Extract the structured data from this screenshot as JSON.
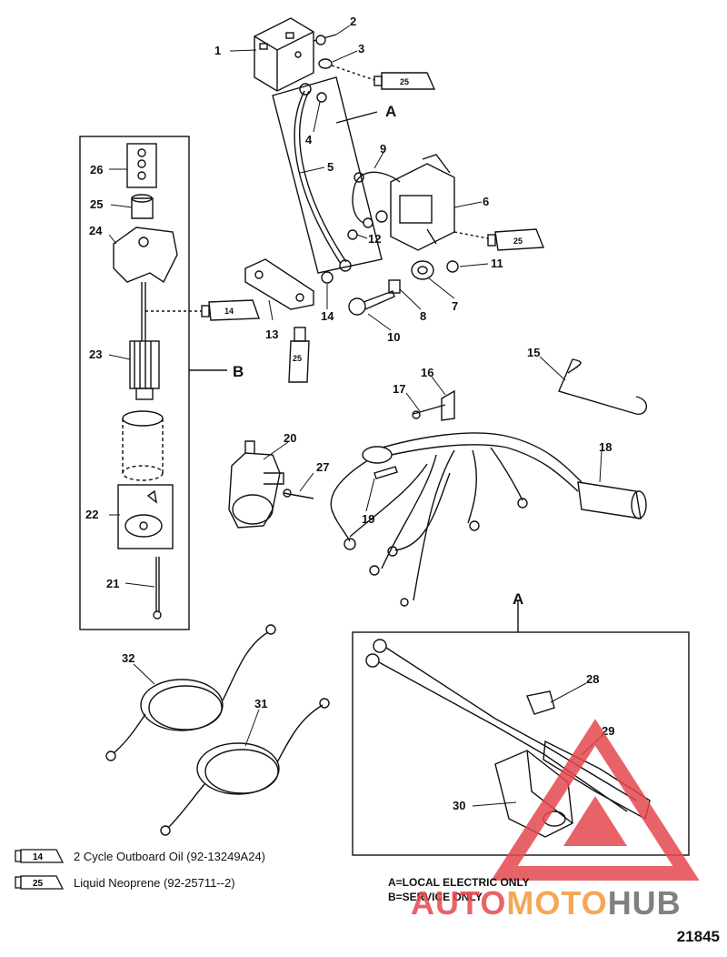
{
  "callouts": [
    {
      "id": "c1",
      "text": "1"
    },
    {
      "id": "c2",
      "text": "2"
    },
    {
      "id": "c3",
      "text": "3"
    },
    {
      "id": "c4",
      "text": "4"
    },
    {
      "id": "c5",
      "text": "5"
    },
    {
      "id": "c6",
      "text": "6"
    },
    {
      "id": "c7",
      "text": "7"
    },
    {
      "id": "c8",
      "text": "8"
    },
    {
      "id": "c9",
      "text": "9"
    },
    {
      "id": "c10",
      "text": "10"
    },
    {
      "id": "c11",
      "text": "11"
    },
    {
      "id": "c12",
      "text": "12"
    },
    {
      "id": "c13",
      "text": "13"
    },
    {
      "id": "c14",
      "text": "14"
    },
    {
      "id": "c15",
      "text": "15"
    },
    {
      "id": "c16",
      "text": "16"
    },
    {
      "id": "c17",
      "text": "17"
    },
    {
      "id": "c18",
      "text": "18"
    },
    {
      "id": "c19",
      "text": "19"
    },
    {
      "id": "c20",
      "text": "20"
    },
    {
      "id": "c21",
      "text": "21"
    },
    {
      "id": "c22",
      "text": "22"
    },
    {
      "id": "c23",
      "text": "23"
    },
    {
      "id": "c24",
      "text": "24"
    },
    {
      "id": "c25",
      "text": "25"
    },
    {
      "id": "c26",
      "text": "26"
    },
    {
      "id": "c27",
      "text": "27"
    },
    {
      "id": "c28",
      "text": "28"
    },
    {
      "id": "c29",
      "text": "29"
    },
    {
      "id": "c30",
      "text": "30"
    },
    {
      "id": "c31",
      "text": "31"
    },
    {
      "id": "c32",
      "text": "32"
    }
  ],
  "group_labels": {
    "a_top": "A",
    "b_side": "B",
    "a_bottom": "A"
  },
  "tube_labels": {
    "t25_top": "25",
    "t25_right": "25",
    "t14_mid": "14",
    "t25_mid": "25"
  },
  "legend": [
    {
      "code": "14",
      "text": "2 Cycle Outboard Oil (92-13249A24)"
    },
    {
      "code": "25",
      "text": "Liquid Neoprene (92-25711--2)"
    }
  ],
  "notes": [
    "A=LOCAL ELECTRIC ONLY",
    "B=SERVICE ONLY"
  ],
  "doc_number": "21845",
  "watermark": {
    "part1": "AUTO",
    "part2": "MOTO",
    "part3": "HUB"
  },
  "colors": {
    "ink": "#111111",
    "watermark_red": "#e5484d",
    "watermark_orange": "#f39a3a",
    "watermark_gray": "#6b6b6b"
  }
}
